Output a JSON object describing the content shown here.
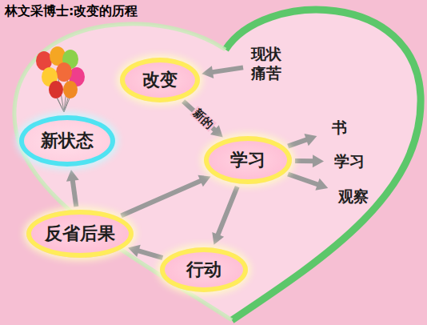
{
  "diagram": {
    "title": "林文采博士:改变的历程",
    "nodes": [
      {
        "text": [
          "改变"
        ]
      },
      {
        "text": [
          "现状 痛苦"
        ]
      },
      {
        "text": [
          "新状态"
        ]
      },
      {
        "text": [
          "学习"
        ]
      },
      {
        "text": [
          "书"
        ]
      },
      {
        "text": [
          "学习"
        ]
      },
      {
        "text": [
          "观察"
        ]
      },
      {
        "text": [
          "反省后果"
        ]
      },
      {
        "text": [
          "行动"
        ]
      }
    ],
    "edges": [
      {
        "from": 1,
        "to": 0,
        "arrow": "to"
      },
      {
        "from": 0,
        "to": 3,
        "label": "新的",
        "arrow": "to"
      },
      {
        "from": 3,
        "to": 4,
        "arrow": "to"
      },
      {
        "from": 3,
        "to": 5,
        "arrow": "to"
      },
      {
        "from": 3,
        "to": 6,
        "arrow": "to"
      },
      {
        "from": 3,
        "to": 8,
        "arrow": "to"
      },
      {
        "from": 8,
        "to": 7,
        "arrow": "to"
      },
      {
        "from": 7,
        "to": 3,
        "arrow": "to"
      },
      {
        "from": 7,
        "to": 2,
        "arrow": "to"
      }
    ]
  }
}
